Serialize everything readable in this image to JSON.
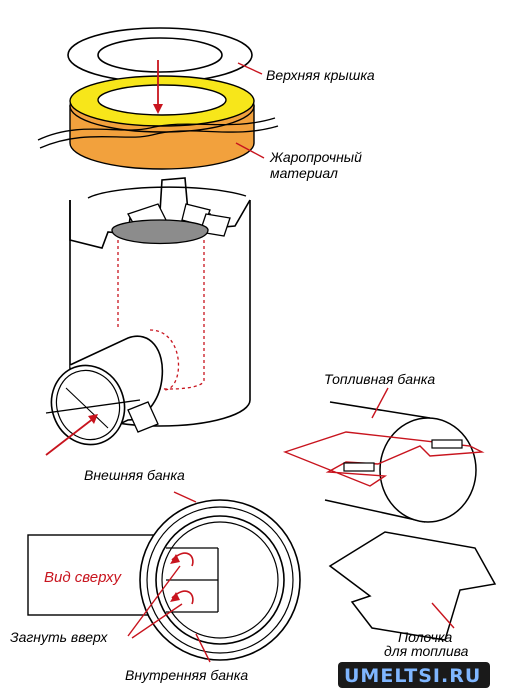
{
  "labels": {
    "top_lid": "Верхняя крышка",
    "heat_material_line1": "Жаропрочный",
    "heat_material_line2": "материал",
    "fuel_can": "Топливная банка",
    "outer_can": "Внешняя банка",
    "top_view": "Вид сверху",
    "bend_up": "Загнуть вверх",
    "inner_can": "Внутренняя банка",
    "fuel_shelf_line1": "Полочка",
    "fuel_shelf_line2": "для топлива"
  },
  "watermark": "UMELTSI.RU",
  "colors": {
    "outline": "#000000",
    "accent_red": "#c8141e",
    "yellow": "#f7e61a",
    "orange": "#f2a13d",
    "orange_dark": "#e08a2a",
    "inner_gray": "#8c8c8c",
    "watermark_blue": "#2a6fd6"
  }
}
